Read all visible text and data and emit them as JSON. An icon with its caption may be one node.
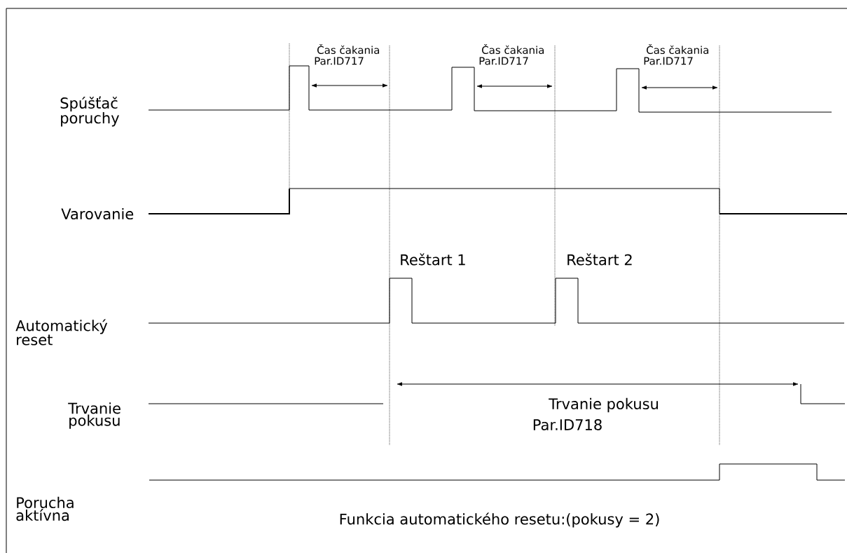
{
  "diagram": {
    "caption": "Funkcia automatického resetu:(pokusy = 2)",
    "labels": [
      "Čas čakania",
      "Par.ID717",
      "Čas čakania",
      "Par.ID717",
      "Čas čakania",
      "Par.ID717",
      "Spúšťač poruchy",
      "Varovanie",
      "Reštart 1",
      "Reštart 2",
      "Automatický reset",
      "Trvanie pokusu",
      "Trvanie pokusu",
      "Par.ID718",
      "Porucha aktívna"
    ]
  }
}
